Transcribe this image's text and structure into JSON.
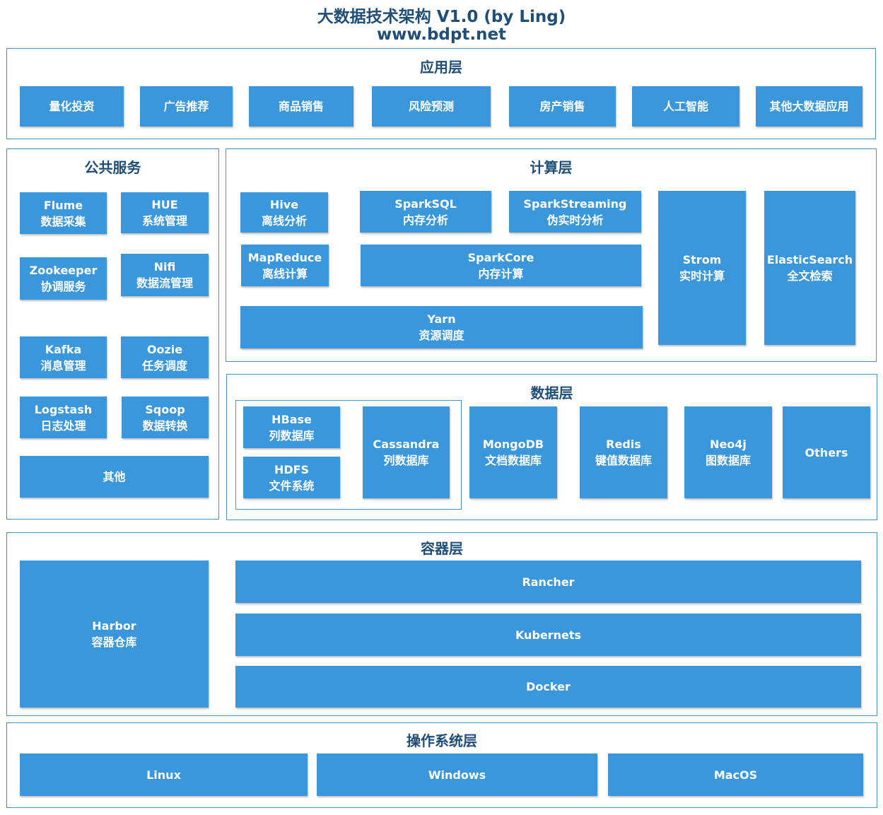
{
  "header": {
    "title": "大数据技术架构 V1.0 (by Ling)",
    "url": "www.bdpt.net"
  },
  "app_layer": {
    "title": "应用层",
    "items": [
      "量化投资",
      "广告推荐",
      "商品销售",
      "风险预测",
      "房产销售",
      "人工智能",
      "其他大数据应用"
    ]
  },
  "public_services": {
    "title": "公共服务",
    "items": [
      {
        "name": "Flume",
        "desc": "数据采集"
      },
      {
        "name": "HUE",
        "desc": "系统管理"
      },
      {
        "name": "Zookeeper",
        "desc": "协调服务"
      },
      {
        "name": "Nifi",
        "desc": "数据流管理"
      },
      {
        "name": "Kafka",
        "desc": "消息管理"
      },
      {
        "name": "Oozie",
        "desc": "任务调度"
      },
      {
        "name": "Logstash",
        "desc": "日志处理"
      },
      {
        "name": "Sqoop",
        "desc": "数据转换"
      },
      {
        "name": "其他",
        "desc": ""
      }
    ]
  },
  "compute_layer": {
    "title": "计算层",
    "items": [
      {
        "name": "Hive",
        "desc": "离线分析"
      },
      {
        "name": "SparkSQL",
        "desc": "内存分析"
      },
      {
        "name": "SparkStreaming",
        "desc": "伪实时分析"
      },
      {
        "name": "MapReduce",
        "desc": "离线计算"
      },
      {
        "name": "SparkCore",
        "desc": "内存计算"
      },
      {
        "name": "Yarn",
        "desc": "资源调度"
      },
      {
        "name": "Strom",
        "desc": "实时计算"
      },
      {
        "name": "ElasticSearch",
        "desc": "全文检索"
      }
    ]
  },
  "data_layer": {
    "title": "数据层",
    "items": [
      {
        "name": "HBase",
        "desc": "列数据库"
      },
      {
        "name": "HDFS",
        "desc": "文件系统"
      },
      {
        "name": "Cassandra",
        "desc": "列数据库"
      },
      {
        "name": "MongoDB",
        "desc": "文档数据库"
      },
      {
        "name": "Redis",
        "desc": "键值数据库"
      },
      {
        "name": "Neo4j",
        "desc": "图数据库"
      },
      {
        "name": "Others",
        "desc": ""
      }
    ]
  },
  "container_layer": {
    "title": "容器层",
    "items": [
      {
        "name": "Harbor",
        "desc": "容器仓库"
      },
      {
        "name": "Rancher",
        "desc": ""
      },
      {
        "name": "Kubernets",
        "desc": ""
      },
      {
        "name": "Docker",
        "desc": ""
      }
    ]
  },
  "os_layer": {
    "title": "操作系统层",
    "items": [
      "Linux",
      "Windows",
      "MacOS"
    ]
  },
  "colors": {
    "box_fill": "#3a97dc",
    "panel_border": "#4a90c2",
    "title_text": "#1f4e79"
  }
}
